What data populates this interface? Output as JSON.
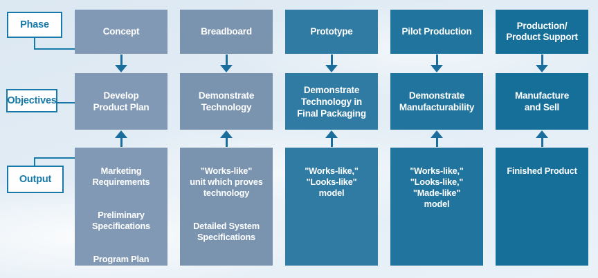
{
  "theme": {
    "line-color": "#1779A7",
    "arrow-color": "#1B6D9C",
    "box-text-color": "#FFFFFF",
    "label-bg": "#FEFEFE",
    "bg-top": "#DCE8F2",
    "bg-bottom": "#EAF2F8"
  },
  "row_labels": {
    "phase": "Phase",
    "objectives": "Objectives",
    "output": "Output"
  },
  "columns": [
    {
      "phase": "Concept",
      "objective": "Develop\nProduct Plan",
      "outputs": [
        "Marketing\nRequirements",
        "Preliminary\nSpecifications",
        "Program Plan"
      ],
      "color": "#8199B4"
    },
    {
      "phase": "Breadboard",
      "objective": "Demonstrate\nTechnology",
      "outputs": [
        "\"Works-like\"\nunit which proves\ntechnology",
        "Detailed System\nSpecifications"
      ],
      "color": "#7A94B0"
    },
    {
      "phase": "Prototype",
      "objective": "Demonstrate\nTechnology in\nFinal Packaging",
      "outputs": [
        "\"Works-like,\"\n\"Looks-like\"\nmodel"
      ],
      "color": "#2F7BA3"
    },
    {
      "phase": "Pilot Production",
      "objective": "Demonstrate\nManufacturability",
      "outputs": [
        "\"Works-like,\"\n\"Looks-like,\"\n\"Made-like\"\nmodel"
      ],
      "color": "#21749D"
    },
    {
      "phase": "Production/\nProduct Support",
      "objective": "Manufacture\nand Sell",
      "outputs": [
        "Finished Product"
      ],
      "color": "#166F99"
    }
  ]
}
